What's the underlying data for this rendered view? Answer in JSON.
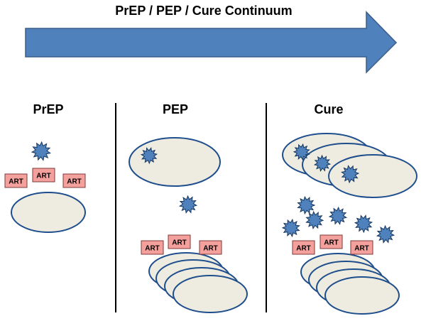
{
  "title": "PrEP / PEP / Cure Continuum",
  "colors": {
    "arrow_fill": "#4f81bd",
    "arrow_stroke": "#385d8a",
    "cell_fill": "#eeece1",
    "cell_stroke": "#1f4e8c",
    "virus_fill": "#4f81bd",
    "virus_stroke": "#17375e",
    "art_fill": "#f4a09c",
    "art_stroke": "#7f3a3a",
    "divider": "#000000"
  },
  "panels": [
    {
      "label": "PrEP"
    },
    {
      "label": "PEP"
    },
    {
      "label": "Cure"
    }
  ],
  "art_label": "ART"
}
